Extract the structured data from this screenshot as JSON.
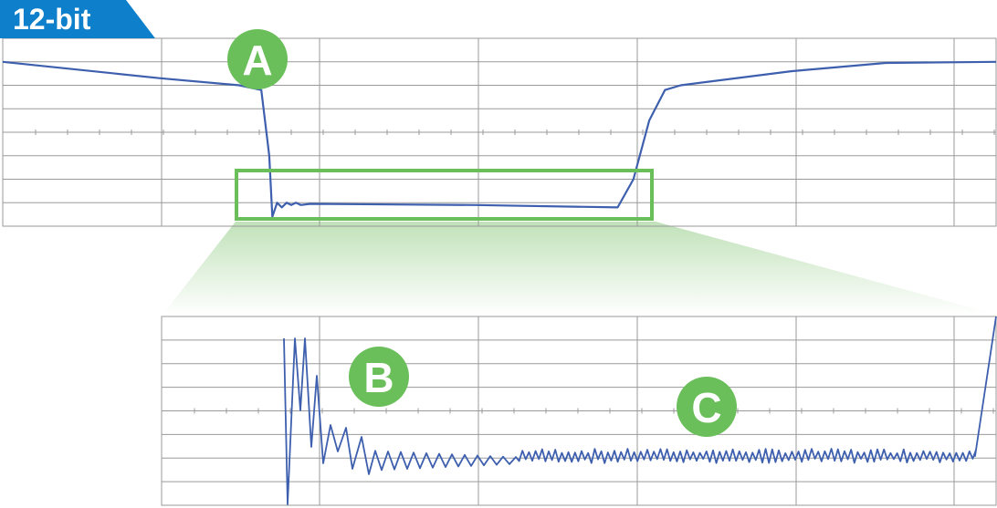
{
  "tag": {
    "label": "12-bit",
    "color": "#0e7fcb"
  },
  "markers": [
    {
      "label": "A"
    },
    {
      "label": "B"
    },
    {
      "label": "C"
    }
  ],
  "colors": {
    "trace": "#3d5fae",
    "grid": "#9a9a9a",
    "highlight": "#6abf5a",
    "marker": "#6abf5a",
    "marker_text": "#ffffff",
    "zoom_fade": "#8dc97f"
  },
  "chart_data": [
    {
      "type": "line",
      "title": "",
      "xlabel": "",
      "ylabel": "",
      "grid": true,
      "xlim": [
        0,
        6.3
      ],
      "ylim": [
        0,
        8
      ],
      "series": [
        {
          "values_xy": [
            [
              0,
              7.0
            ],
            [
              1.0,
              6.3
            ],
            [
              1.5,
              6.0
            ],
            [
              1.64,
              5.8
            ],
            [
              1.69,
              3.0
            ],
            [
              1.71,
              0.4
            ],
            [
              1.74,
              1.0
            ],
            [
              1.77,
              0.8
            ],
            [
              1.8,
              1.0
            ],
            [
              1.83,
              0.9
            ],
            [
              1.86,
              1.0
            ],
            [
              1.89,
              0.9
            ],
            [
              1.95,
              0.95
            ],
            [
              3.0,
              0.9
            ],
            [
              3.9,
              0.8
            ],
            [
              4.0,
              2.0
            ],
            [
              4.1,
              4.5
            ],
            [
              4.2,
              5.8
            ],
            [
              4.3,
              6.0
            ],
            [
              5.0,
              6.6
            ],
            [
              5.6,
              6.95
            ],
            [
              6.3,
              7.0
            ]
          ]
        }
      ]
    },
    {
      "type": "line",
      "title": "",
      "xlabel": "",
      "ylabel": "",
      "grid": true,
      "xlim": [
        1,
        6.3
      ],
      "ylim": [
        0,
        8
      ]
    }
  ]
}
